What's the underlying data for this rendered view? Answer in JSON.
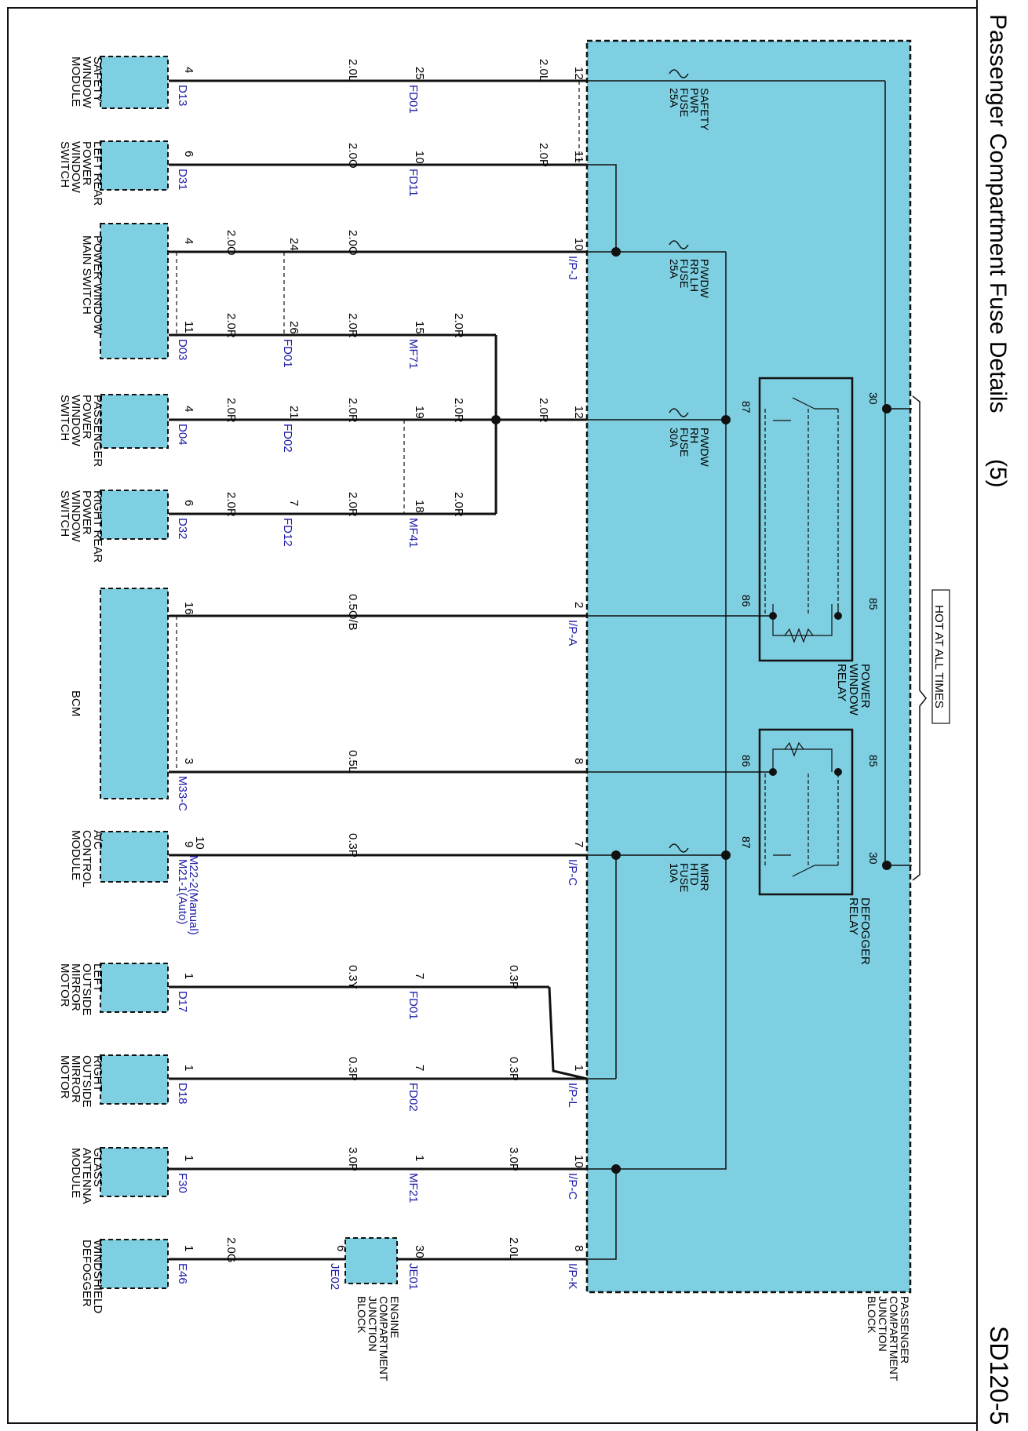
{
  "page": {
    "title": "Passenger Compartment Fuse Details",
    "page_no": "(5)",
    "doc_code": "SD120-5",
    "hot_label": "HOT AT ALL TIMES"
  },
  "blocks": {
    "pcjb": [
      "PASSENGER",
      "COMPARTMENT",
      "JUNCTION",
      "BLOCK"
    ],
    "ecjb": [
      "ENGINE",
      "COMPARTMENT",
      "JUNCTION",
      "BLOCK"
    ]
  },
  "fuses": [
    {
      "lines": [
        "SAFETY",
        "PWR",
        "FUSE",
        "25A"
      ]
    },
    {
      "lines": [
        "P/WDW",
        "RR LH",
        "FUSE",
        "25A"
      ]
    },
    {
      "lines": [
        "P/WDW",
        "RH",
        "FUSE",
        "30A"
      ]
    },
    {
      "lines": [
        "MIRR",
        "HTD",
        "FUSE",
        "10A"
      ]
    }
  ],
  "relays": [
    {
      "lines": [
        "POWER",
        "WINDOW",
        "RELAY"
      ],
      "pins": [
        "30",
        "87",
        "86",
        "85"
      ]
    },
    {
      "lines": [
        "DEFOGGER",
        "RELAY"
      ],
      "pins": [
        "85",
        "86",
        "87",
        "30"
      ]
    }
  ],
  "components": [
    {
      "lines": [
        "SAFETY",
        "WINDOW",
        "MODULE"
      ]
    },
    {
      "lines": [
        "LEFT REAR",
        "POWER",
        "WINDOW",
        "SWITCH"
      ]
    },
    {
      "lines": [
        "POWER WINDOW",
        "MAIN SWITCH"
      ]
    },
    {
      "lines": [
        "PASSENGER",
        "POWER",
        "WINDOW",
        "SWITCH"
      ]
    },
    {
      "lines": [
        "RIGHT REAR",
        "POWER",
        "WINDOW",
        "SWITCH"
      ]
    },
    {
      "lines": [
        "BCM"
      ]
    },
    {
      "lines": [
        "A/C",
        "CONTROL",
        "MODULE"
      ]
    },
    {
      "lines": [
        "LEFT",
        "OUTSIDE",
        "MIRROR",
        "MOTOR"
      ]
    },
    {
      "lines": [
        "RIGHT",
        "OUTSIDE",
        "MIRROR",
        "MOTOR"
      ]
    },
    {
      "lines": [
        "GLASS",
        "ANTENNA",
        "MODULE"
      ]
    },
    {
      "lines": [
        "WINDSHIELD",
        "DEFOGGER"
      ]
    }
  ],
  "circuits": [
    {
      "jb_pin": "12",
      "jb_conn": "",
      "w1": "2.0L",
      "mid_pin": "25",
      "mid_conn": "FD01",
      "w2": "2.0L",
      "comp_pin": "4",
      "comp_conn": "D13"
    },
    {
      "jb_pin": "11",
      "jb_conn": "",
      "w1": "2.0P",
      "mid_pin": "10",
      "mid_conn": "FD11",
      "w2": "2.0O",
      "comp_pin": "6",
      "comp_conn": "D31"
    },
    {
      "jb_pin": "10",
      "jb_conn": "I/P-J",
      "w1": "2.0O",
      "mid_pin": "24",
      "mid_conn": "",
      "w2": "2.0O",
      "comp_pin": "4",
      "comp_conn": ""
    },
    {
      "jb_pin": "",
      "jb_conn": "",
      "w1": "2.0R",
      "mid_pin": "15",
      "mid_conn": "MF71",
      "w2": "2.0R",
      "mid2_pin": "26",
      "mid2_conn": "FD01",
      "w3": "2.0R",
      "comp_pin": "11",
      "comp_conn": "D03"
    },
    {
      "jb_pin": "12",
      "jb_conn": "",
      "w1": "2.0R",
      "w0": "2.0R",
      "mid_pin": "19",
      "mid_conn": "",
      "w2": "2.0R",
      "mid2_pin": "21",
      "mid2_conn": "FD02",
      "w3": "2.0R",
      "comp_pin": "4",
      "comp_conn": "D04"
    },
    {
      "jb_pin": "",
      "jb_conn": "",
      "w1": "2.0R",
      "mid_pin": "18",
      "mid_conn": "MF41",
      "w2": "2.0R",
      "mid2_pin": "7",
      "mid2_conn": "FD12",
      "w3": "2.0R",
      "comp_pin": "6",
      "comp_conn": "D32"
    },
    {
      "jb_pin": "2",
      "jb_conn": "I/P-A",
      "w1": "0.5O/B",
      "comp_pin": "16",
      "comp_conn": ""
    },
    {
      "jb_pin": "8",
      "jb_conn": "",
      "w1": "0.5L",
      "comp_pin": "3",
      "comp_conn": "M33-C"
    },
    {
      "jb_pin": "7",
      "jb_conn": "I/P-C",
      "w1": "0.3P",
      "comp_pin": "9",
      "comp_pin2": "10",
      "comp_conn": "M21-1(Auto)",
      "comp_conn2": "M22-2(Manual)"
    },
    {
      "jb_pin": "",
      "jb_conn": "",
      "w1": "0.3P",
      "mid_pin": "7",
      "mid_conn": "FD01",
      "w2": "0.3Y",
      "comp_pin": "1",
      "comp_conn": "D17"
    },
    {
      "jb_pin": "1",
      "jb_conn": "I/P-L",
      "w1": "0.3P",
      "mid_pin": "7",
      "mid_conn": "FD02",
      "w2": "0.3P",
      "comp_pin": "1",
      "comp_conn": "D18"
    },
    {
      "jb_pin": "10",
      "jb_conn": "I/P-C",
      "w1": "3.0P",
      "mid_pin": "1",
      "mid_conn": "MF21",
      "w2": "3.0P",
      "comp_pin": "1",
      "comp_conn": "F30"
    },
    {
      "jb_pin": "8",
      "jb_conn": "I/P-K",
      "w1": "2.0L",
      "mid_pin": "30",
      "mid_conn": "JE01",
      "mid2_pin": "6",
      "mid2_conn": "JE02",
      "w2": "2.0G",
      "comp_pin": "1",
      "comp_conn": "E46"
    }
  ],
  "colors": {
    "block_fill": "#7ecfe1",
    "connector_text": "#1a1aa8",
    "wire": "#111111"
  }
}
